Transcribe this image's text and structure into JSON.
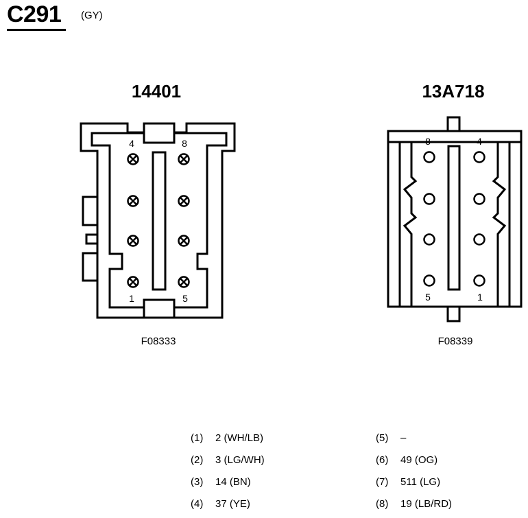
{
  "header": {
    "connector_id": "C291",
    "color_code": "(GY)"
  },
  "left_connector": {
    "part_number": "14401",
    "figure_code": "F08333",
    "pin_labels": {
      "top_left": "4",
      "top_right": "8",
      "bottom_left": "1",
      "bottom_right": "5"
    }
  },
  "right_connector": {
    "part_number": "13A718",
    "figure_code": "F08339",
    "pin_labels": {
      "top_left": "8",
      "top_right": "4",
      "bottom_left": "5",
      "bottom_right": "1"
    }
  },
  "legend": {
    "left_column": [
      {
        "pin": "(1)",
        "circuit": "2 (WH/LB)"
      },
      {
        "pin": "(2)",
        "circuit": "3 (LG/WH)"
      },
      {
        "pin": "(3)",
        "circuit": "14 (BN)"
      },
      {
        "pin": "(4)",
        "circuit": "37 (YE)"
      }
    ],
    "right_column": [
      {
        "pin": "(5)",
        "circuit": "–"
      },
      {
        "pin": "(6)",
        "circuit": "49 (OG)"
      },
      {
        "pin": "(7)",
        "circuit": "511 (LG)"
      },
      {
        "pin": "(8)",
        "circuit": "19 (LB/RD)"
      }
    ]
  }
}
